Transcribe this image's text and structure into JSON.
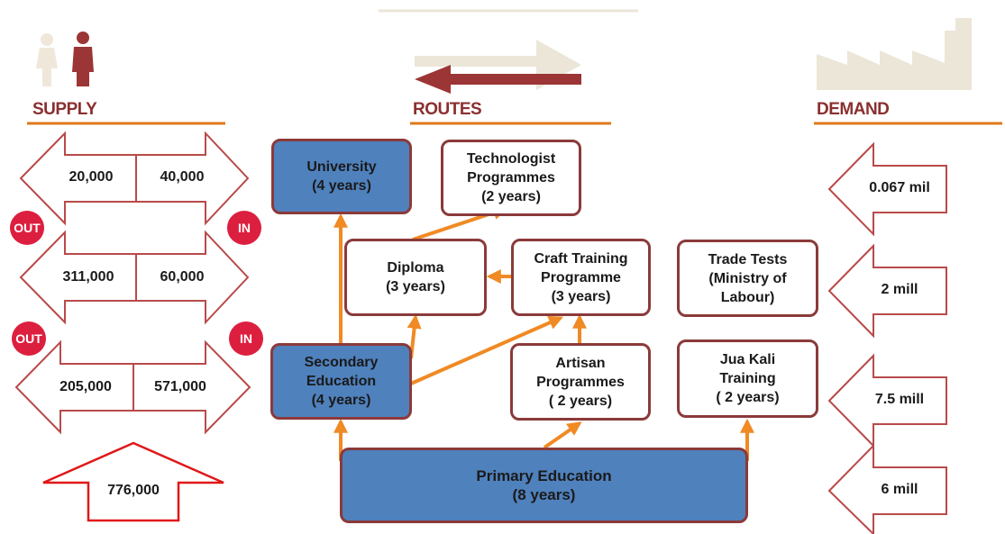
{
  "colors": {
    "accent_orange": "#f08a24",
    "dark_red": "#8b2f2f",
    "node_blue": "#4f81bd",
    "badge_red": "#dd1f3f",
    "beige": "#ece6d8"
  },
  "icons": {
    "supply": [
      "female-person-icon",
      "male-person-icon"
    ],
    "routes": "two-way-arrows-icon",
    "demand": "factory-icon"
  },
  "headers": {
    "supply": "SUPPLY",
    "routes": "ROUTES",
    "demand": "DEMAND"
  },
  "supply": {
    "flows": [
      {
        "out": "20,000",
        "in": "40,000"
      },
      {
        "out": "311,000",
        "in": "60,000"
      },
      {
        "out": "205,000",
        "in": "571,000"
      }
    ],
    "badges": [
      {
        "left": "OUT",
        "right": "IN"
      },
      {
        "left": "OUT",
        "right": "IN"
      }
    ],
    "total": "776,000"
  },
  "routes": {
    "nodes": {
      "university": "University\n(4 years)",
      "technologist": "Technologist\nProgrammes\n(2 years)",
      "diploma": "Diploma\n(3 years)",
      "craft": "Craft Training\nProgramme\n(3 years)",
      "trade_tests": "Trade Tests\n(Ministry of\nLabour)",
      "secondary": "Secondary\nEducation\n(4 years)",
      "artisan": "Artisan\nProgrammes\n( 2 years)",
      "jua_kali": "Jua Kali\nTraining\n( 2 years)",
      "primary": "Primary Education\n(8 years)"
    }
  },
  "demand": {
    "values": [
      "0.067 mil",
      "2 mill",
      "7.5 mill",
      "6 mill"
    ]
  }
}
